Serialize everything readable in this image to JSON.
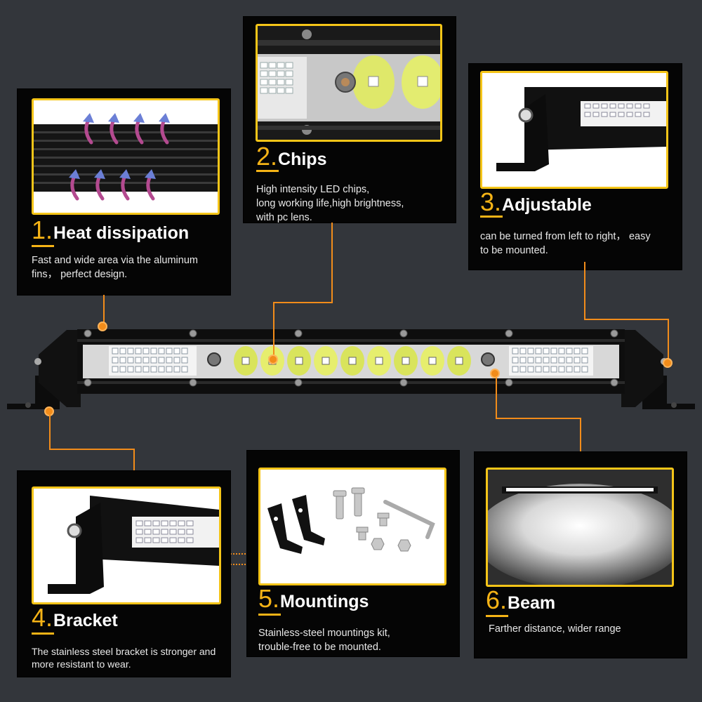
{
  "features": [
    {
      "num": "1.",
      "title": "Heat dissipation",
      "desc_lines": [
        "Fast and wide area via the aluminum",
        "fins， perfect design."
      ]
    },
    {
      "num": "2.",
      "title": "Chips",
      "desc_lines": [
        "High intensity LED chips,",
        "long working life,high brightness,",
        "with pc lens."
      ]
    },
    {
      "num": "3.",
      "title": "Adjustable",
      "desc_lines": [
        "can be turned from left to right， easy",
        "to be mounted."
      ]
    },
    {
      "num": "4.",
      "title": "Bracket",
      "desc_lines": [
        "The stainless steel bracket is stronger and",
        "more resistant to wear."
      ]
    },
    {
      "num": "5.",
      "title": "Mountings",
      "desc_lines": [
        "Stainless-steel mountings kit,",
        "trouble-free to be mounted."
      ]
    },
    {
      "num": "6.",
      "title": "Beam",
      "desc_lines": [
        "Farther distance, wider range"
      ]
    }
  ],
  "colors": {
    "accent": "#f5b316",
    "leader": "#f28c1a",
    "frame": "#f5c518",
    "background": "#33363b",
    "panel": "#050505"
  }
}
